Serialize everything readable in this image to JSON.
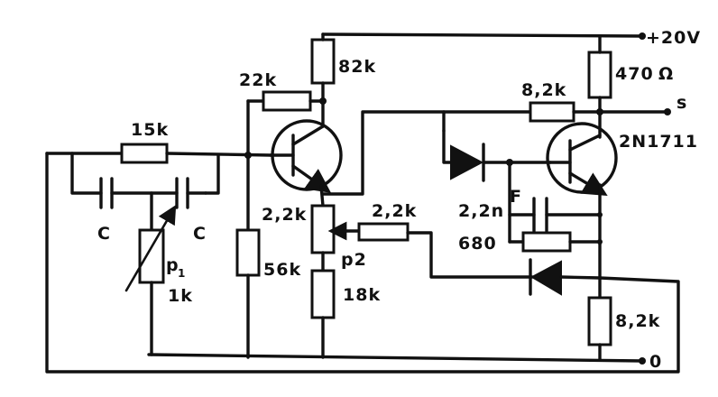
{
  "labels": {
    "supply": "+20V",
    "ground": "0",
    "output": "s",
    "transistor": "2N1711",
    "r_15k": "15k",
    "cap_c_left": "C",
    "cap_c_right": "C",
    "pot_p1": "p",
    "pot_p1_sub": "1",
    "pot_p1_value": "1k",
    "r_22k": "22k",
    "r_82k": "82k",
    "r_56k": "56k",
    "r_2_2k_emitter": "2,2k",
    "pot_p2": "p2",
    "r_18k": "18k",
    "r_2_2k_feedback": "2,2k",
    "cap_2_2n": "2,2n",
    "r_680": "680",
    "r_470": "470",
    "ohm_symbol": "Ω",
    "r_8_2k_coupling": "8,2k",
    "r_8_2k_emitter": "8,2k",
    "mark_f": "F"
  }
}
